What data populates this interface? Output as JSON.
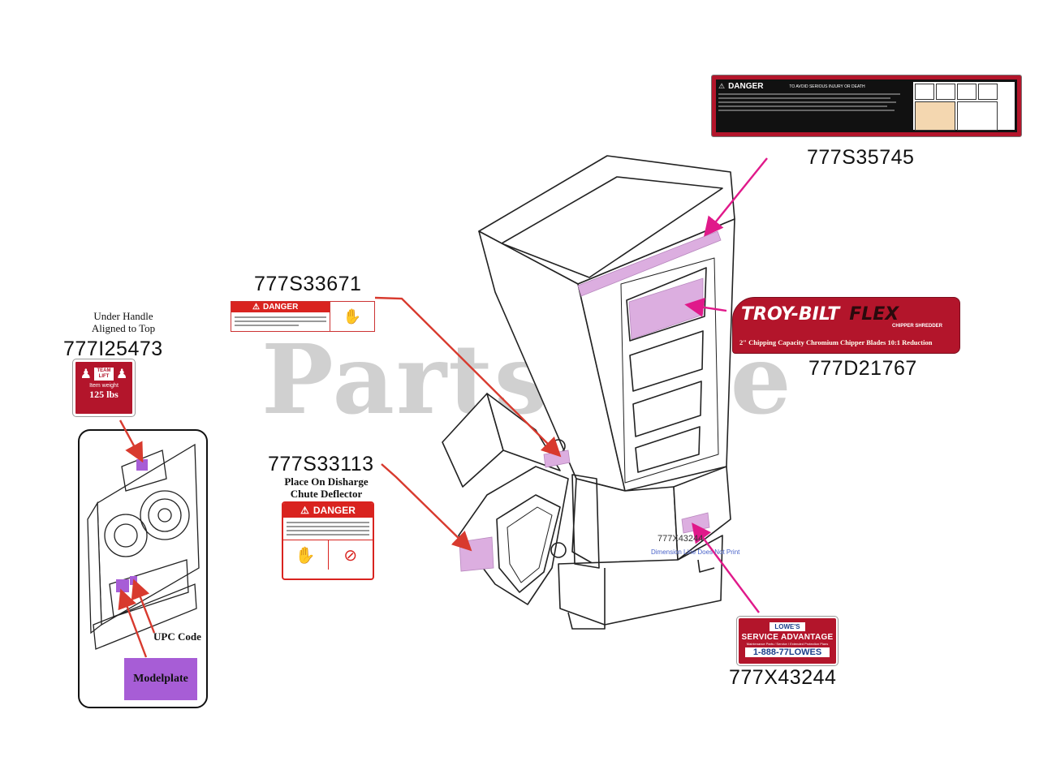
{
  "watermark": "PartsTree",
  "parts": {
    "p35745": {
      "number": "777S35745"
    },
    "p33671": {
      "number": "777S33671"
    },
    "p21767": {
      "number": "777D21767"
    },
    "p25473": {
      "number": "777I25473",
      "note_line1": "Under Handle",
      "note_line2": "Aligned to Top"
    },
    "p33113": {
      "number": "777S33113",
      "note_line1": "Place On Disharge",
      "note_line2": "Chute Deflector"
    },
    "p43244": {
      "number": "777X43244"
    }
  },
  "decals": {
    "danger_word": "DANGER",
    "big_danger_title": "TO AVOID SERIOUS INJURY OR DEATH",
    "troybilt_brand": "TROY-BILT",
    "troybilt_flex": "FLEX",
    "troybilt_sub": "CHIPPER SHREDDER",
    "troybilt_strip": "2\" Chipping Capacity  Chromium Chipper Blades  10:1 Reduction",
    "team_lift": "TEAM LIFT",
    "item_weight": "Item weight",
    "weight_value": "125 lbs",
    "lowes_logo": "LOWE'S",
    "service_title": "SERVICE ADVANTAGE",
    "service_sub": "Maintenance Parts / Service / Extended Protection Plans",
    "service_phone": "1-888-77LOWES"
  },
  "machine": {
    "label_text": "777X43244",
    "label_subtext": "Dimension Line Does Not Print"
  },
  "inset": {
    "upc_label": "UPC Code",
    "modelplate_label": "Modelplate"
  },
  "colors": {
    "decal_red": "#b3152b",
    "danger_red": "#d9231f",
    "decal_placeholder": "#dcaee0",
    "arrow_red": "#d83a2e",
    "arrow_magenta": "#e0198a",
    "modelplate_fill": "#a75dd6",
    "watermark": "#c8c8c8"
  }
}
